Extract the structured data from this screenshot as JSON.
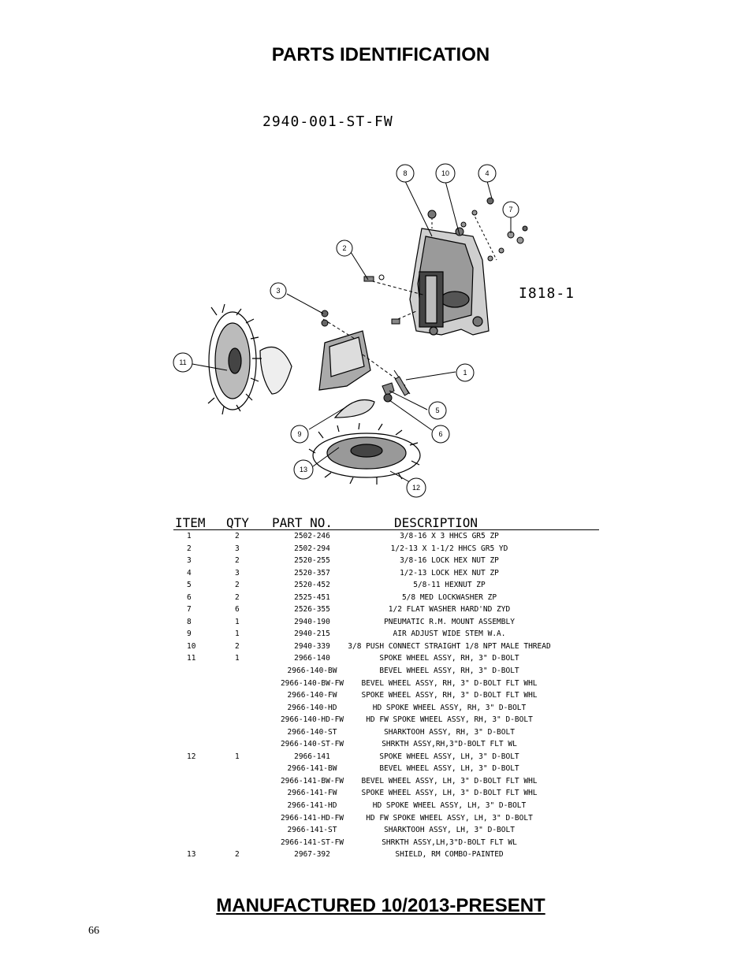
{
  "page": {
    "title": "PARTS IDENTIFICATION",
    "assembly_number": "2940-001-ST-FW",
    "drawing_ref": "I818-1",
    "footer": "MANUFACTURED 10/2013-PRESENT",
    "page_number": "66"
  },
  "balloons": [
    "8",
    "10",
    "4",
    "7",
    "2",
    "3",
    "11",
    "1",
    "5",
    "6",
    "9",
    "13",
    "12"
  ],
  "table": {
    "headers": {
      "item": "ITEM",
      "qty": "QTY",
      "part": "PART NO.",
      "desc": "DESCRIPTION"
    },
    "rows": [
      {
        "item": "1",
        "qty": "2",
        "part": "2502-246",
        "desc": "3/8-16 X 3 HHCS GR5 ZP"
      },
      {
        "item": "2",
        "qty": "3",
        "part": "2502-294",
        "desc": "1/2-13 X 1-1/2 HHCS GR5 YD"
      },
      {
        "item": "3",
        "qty": "2",
        "part": "2520-255",
        "desc": "3/8-16 LOCK HEX NUT ZP"
      },
      {
        "item": "4",
        "qty": "3",
        "part": "2520-357",
        "desc": "1/2-13 LOCK HEX NUT ZP"
      },
      {
        "item": "5",
        "qty": "2",
        "part": "2520-452",
        "desc": "5/8-11 HEXNUT ZP"
      },
      {
        "item": "6",
        "qty": "2",
        "part": "2525-451",
        "desc": "5/8 MED LOCKWASHER ZP"
      },
      {
        "item": "7",
        "qty": "6",
        "part": "2526-355",
        "desc": "1/2 FLAT WASHER HARD'ND ZYD"
      },
      {
        "item": "8",
        "qty": "1",
        "part": "2940-190",
        "desc": "PNEUMATIC R.M. MOUNT ASSEMBLY"
      },
      {
        "item": "9",
        "qty": "1",
        "part": "2940-215",
        "desc": "AIR ADJUST WIDE STEM W.A."
      },
      {
        "item": "10",
        "qty": "2",
        "part": "2940-339",
        "desc": "3/8 PUSH CONNECT STRAIGHT 1/8 NPT MALE THREAD"
      },
      {
        "item": "11",
        "qty": "1",
        "part": "2966-140",
        "desc": "SPOKE WHEEL ASSY, RH, 3\" D-BOLT"
      },
      {
        "item": "",
        "qty": "",
        "part": "2966-140-BW",
        "desc": "BEVEL WHEEL ASSY, RH, 3\" D-BOLT"
      },
      {
        "item": "",
        "qty": "",
        "part": "2966-140-BW-FW",
        "desc": "BEVEL WHEEL ASSY, RH, 3\" D-BOLT FLT WHL"
      },
      {
        "item": "",
        "qty": "",
        "part": "2966-140-FW",
        "desc": "SPOKE WHEEL ASSY, RH, 3\" D-BOLT FLT WHL"
      },
      {
        "item": "",
        "qty": "",
        "part": "2966-140-HD",
        "desc": "HD SPOKE WHEEL ASSY, RH, 3\" D-BOLT"
      },
      {
        "item": "",
        "qty": "",
        "part": "2966-140-HD-FW",
        "desc": "HD FW SPOKE WHEEL ASSY, RH, 3\" D-BOLT"
      },
      {
        "item": "",
        "qty": "",
        "part": "2966-140-ST",
        "desc": "SHARKTOOH ASSY, RH, 3\" D-BOLT"
      },
      {
        "item": "",
        "qty": "",
        "part": "2966-140-ST-FW",
        "desc": "SHRKTH ASSY,RH,3\"D-BOLT FLT WL"
      },
      {
        "item": "12",
        "qty": "1",
        "part": "2966-141",
        "desc": "SPOKE WHEEL ASSY, LH, 3\" D-BOLT"
      },
      {
        "item": "",
        "qty": "",
        "part": "2966-141-BW",
        "desc": "BEVEL WHEEL ASSY, LH, 3\" D-BOLT"
      },
      {
        "item": "",
        "qty": "",
        "part": "2966-141-BW-FW",
        "desc": "BEVEL WHEEL ASSY, LH, 3\" D-BOLT FLT WHL"
      },
      {
        "item": "",
        "qty": "",
        "part": "2966-141-FW",
        "desc": "SPOKE WHEEL ASSY, LH, 3\" D-BOLT FLT WHL"
      },
      {
        "item": "",
        "qty": "",
        "part": "2966-141-HD",
        "desc": "HD SPOKE WHEEL ASSY, LH, 3\" D-BOLT"
      },
      {
        "item": "",
        "qty": "",
        "part": "2966-141-HD-FW",
        "desc": "HD FW SPOKE WHEEL ASSY, LH, 3\" D-BOLT"
      },
      {
        "item": "",
        "qty": "",
        "part": "2966-141-ST",
        "desc": "SHARKTOOH ASSY, LH, 3\" D-BOLT"
      },
      {
        "item": "",
        "qty": "",
        "part": "2966-141-ST-FW",
        "desc": "SHRKTH ASSY,LH,3\"D-BOLT FLT WL"
      },
      {
        "item": "13",
        "qty": "2",
        "part": "2967-392",
        "desc": "SHIELD, RM COMBO-PAINTED"
      }
    ]
  }
}
